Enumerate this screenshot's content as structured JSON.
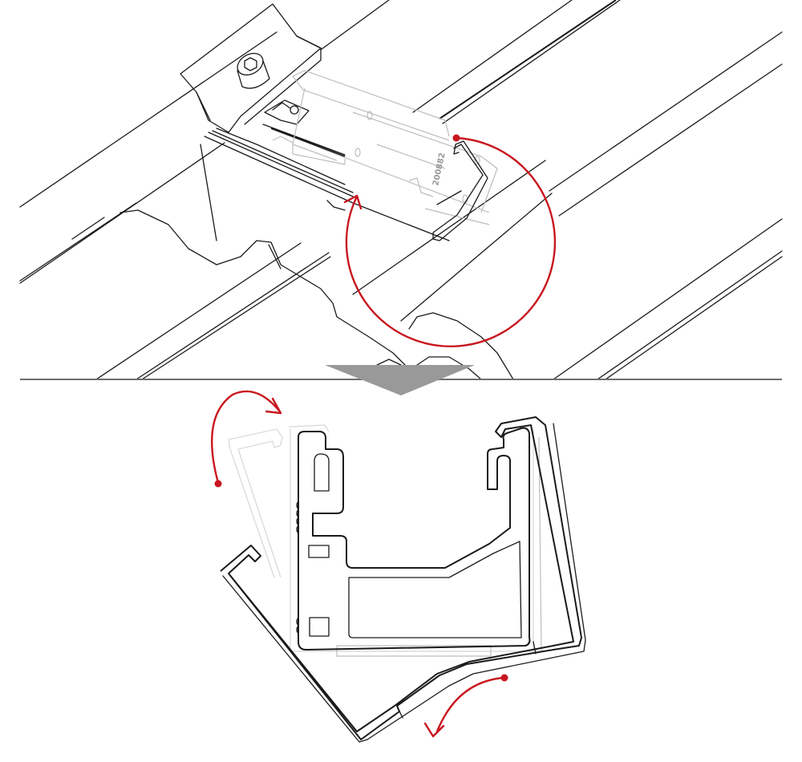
{
  "figure": {
    "type": "installation-diagram",
    "panels": [
      {
        "id": "top",
        "description": "isometric view of roof tiles with mounting rail, clamp bolt and clip profile"
      },
      {
        "id": "bottom",
        "description": "cross-section of rail profile with clip rotating into position"
      }
    ],
    "part_label": "200882",
    "colors": {
      "line": "#1a1a1a",
      "ghost_line": "#bdbdbd",
      "accent_arrow": "#c8161e",
      "separator": "#6e6e6e",
      "down_arrow": "#999999",
      "background": "#ffffff"
    },
    "arrows": [
      {
        "name": "rotation-circle-arrow",
        "panel": "top",
        "color": "#c8161e"
      },
      {
        "name": "clip-hook-arrow",
        "panel": "bottom",
        "color": "#c8161e"
      },
      {
        "name": "clip-swing-arrow",
        "panel": "bottom",
        "color": "#c8161e"
      }
    ]
  }
}
